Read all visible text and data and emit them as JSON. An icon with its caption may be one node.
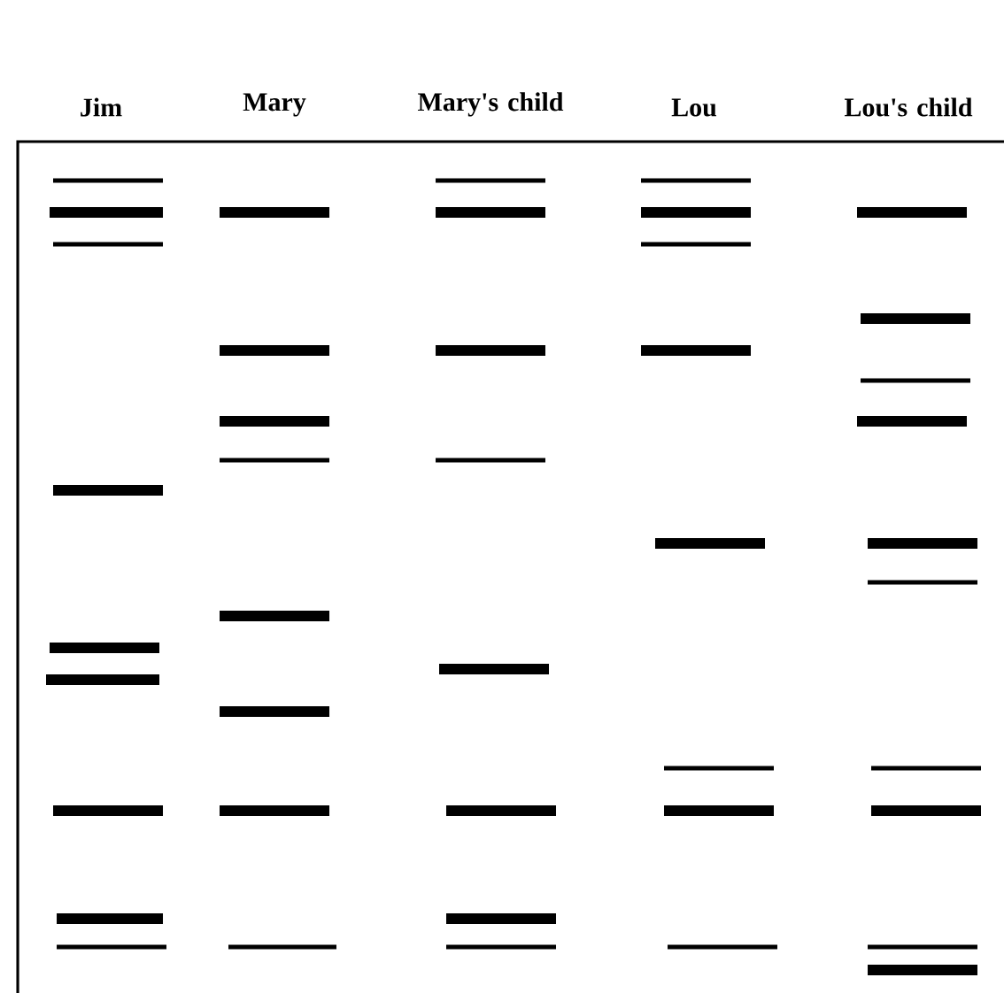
{
  "diagram": {
    "labels": [
      "Jim",
      "Mary",
      "Mary's child",
      "Lou",
      "Lou's child"
    ]
  }
}
